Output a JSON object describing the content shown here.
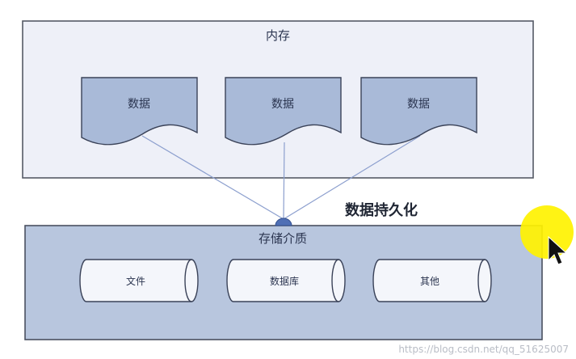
{
  "memory": {
    "title": "内存",
    "documents": [
      {
        "label": "数据"
      },
      {
        "label": "数据"
      },
      {
        "label": "数据"
      }
    ]
  },
  "persistence_label": "数据持久化",
  "storage": {
    "title": "存储介质",
    "media": [
      {
        "label": "文件"
      },
      {
        "label": "数据库"
      },
      {
        "label": "其他"
      }
    ]
  },
  "watermark": "https://blog.csdn.net/qq_51625007",
  "colors": {
    "memory_fill": "#eef0f8",
    "storage_fill": "#b8c6de",
    "document_fill": "#a9bad8",
    "cylinder_fill": "#f4f6fb",
    "connector": "#8c9fce",
    "highlight": "#fff200"
  },
  "icons": {
    "cursor": "arrow-cursor-icon",
    "connector_node": "connector-node-icon"
  }
}
